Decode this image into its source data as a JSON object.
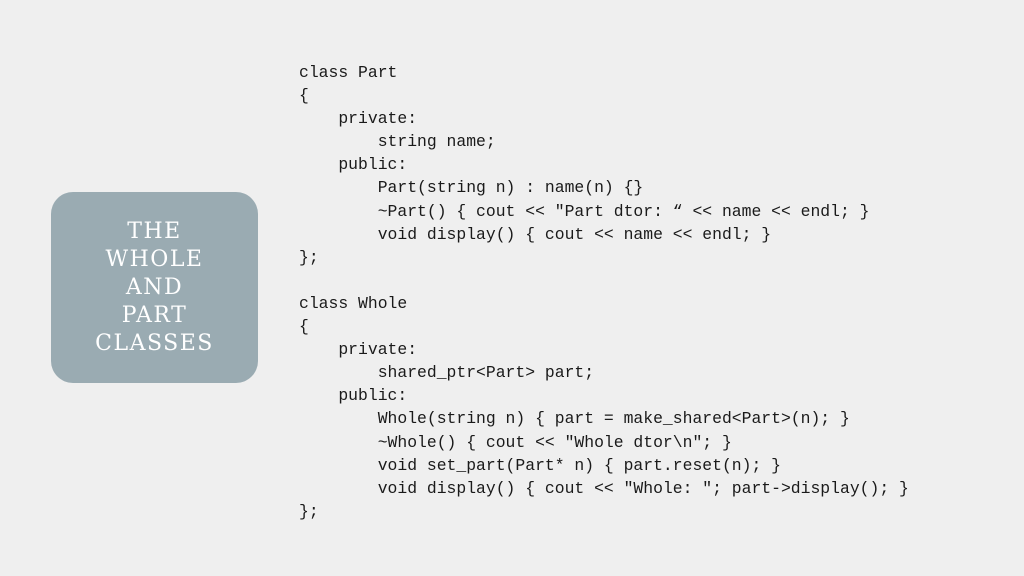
{
  "slide": {
    "title_lines": [
      "THE",
      "WHOLE",
      "AND",
      "PART",
      "CLASSES"
    ],
    "title_box_color": "#9aabb2",
    "background_color": "#efefef"
  },
  "code": {
    "lines": [
      "class Part",
      "{",
      "    private:",
      "        string name;",
      "    public:",
      "        Part(string n) : name(n) {}",
      "        ~Part() { cout << \"Part dtor: “ << name << endl; }",
      "        void display() { cout << name << endl; }",
      "};",
      "",
      "class Whole",
      "{",
      "    private:",
      "        shared_ptr<Part> part;",
      "    public:",
      "        Whole(string n) { part = make_shared<Part>(n); }",
      "        ~Whole() { cout << \"Whole dtor\\n\"; }",
      "        void set_part(Part* n) { part.reset(n); }",
      "        void display() { cout << \"Whole: \"; part->display(); }",
      "};"
    ]
  }
}
